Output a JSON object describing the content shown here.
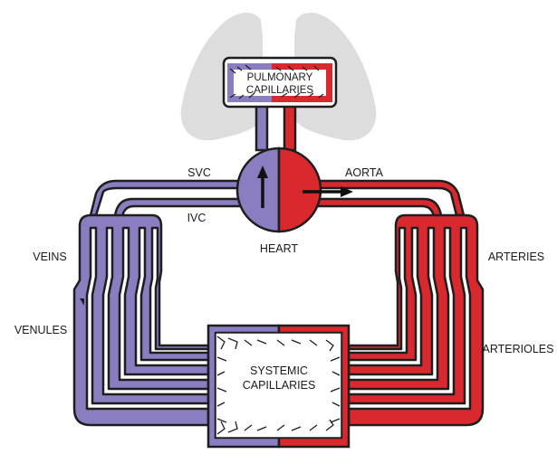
{
  "colors": {
    "venous": "#8a7dc0",
    "arterial": "#d9282e",
    "outline": "#1e1e1e",
    "lungs": "#dddddd",
    "capillary_bed": "#ffffff"
  },
  "labels": {
    "pulmonary_line1": "PULMONARY",
    "pulmonary_line2": "CAPILLARIES",
    "svc": "SVC",
    "ivc": "IVC",
    "aorta": "AORTA",
    "heart": "HEART",
    "veins": "VEINS",
    "venules": "VENULES",
    "arteries": "ARTERIES",
    "arterioles": "ARTERIOLES",
    "systemic_line1": "SYSTEMIC",
    "systemic_line2": "CAPILLARIES"
  }
}
